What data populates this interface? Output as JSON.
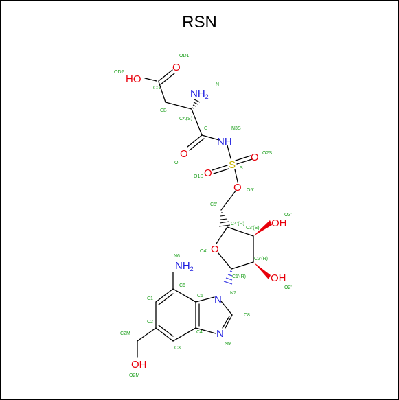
{
  "title": "RSN",
  "colors": {
    "oxygen": "#e8000b",
    "nitrogen": "#2020e0",
    "sulfur": "#c8b400",
    "atom_name": "#1a9e1a",
    "bond": "#000000"
  },
  "atoms": {
    "HO": "HO",
    "O_top": "O",
    "NH2_top": "NH",
    "NH2_top_sub": "2",
    "NH": "NH",
    "O_amide": "O",
    "O_s1": "O",
    "O_s2": "O",
    "S": "S",
    "O_ester": "O",
    "OH3": "OH",
    "O_ring": "O",
    "OH2": "OH",
    "NH2_bot": "NH",
    "NH2_bot_sub": "2",
    "N1": "N",
    "N3": "N",
    "OH_bot": "OH"
  },
  "atom_names": {
    "OD1": "OD1",
    "OD2": "OD2",
    "CG": "CG",
    "N": "N",
    "CB": "CB",
    "CA": "CA(S)",
    "C": "C",
    "N3S": "N3S",
    "O": "O",
    "O2S": "O2S",
    "S": "S",
    "O1S": "O1S",
    "O5p": "O5'",
    "C5p": "C5'",
    "O3p": "O3'",
    "C4p": "C4'(R)",
    "C3p": "C3'(S)",
    "O4p": "O4'",
    "C2p": "C2'(R)",
    "C1p": "C1'(R)",
    "O2p": "O2'",
    "N6": "N6",
    "C6": "C6",
    "C1": "C1",
    "C5": "C5",
    "N7": "N7",
    "C8": "C8",
    "C2": "C2",
    "C4": "C4",
    "C2M": "C2M",
    "C3": "C3",
    "N9": "N9",
    "O2M": "O2M"
  }
}
